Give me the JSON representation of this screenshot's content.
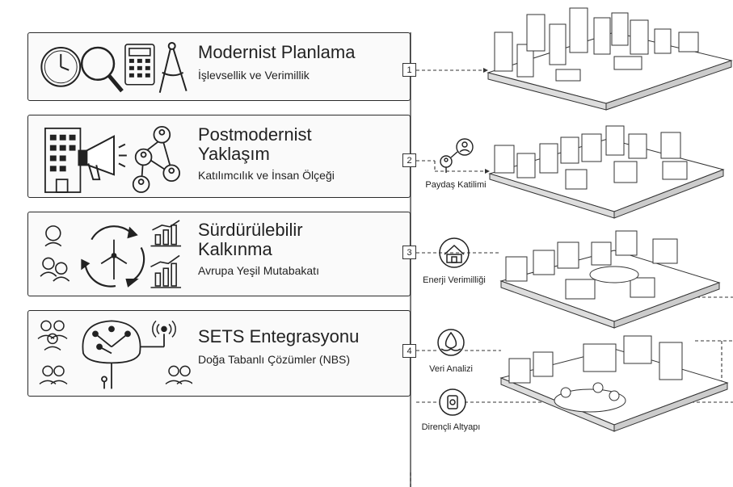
{
  "panels": [
    {
      "number": "1",
      "title": "Modernist Planlama",
      "subtitle": "İşlevsellik ve Verimillik"
    },
    {
      "number": "2",
      "title": "Postmodernist Yaklaşım",
      "subtitle": "Katılımcılık ve İnsan Ölçeği"
    },
    {
      "number": "3",
      "title": "Sürdürülebilir Kalkınma",
      "subtitle": "Avrupa Yeşil Mutabakatı"
    },
    {
      "number": "4",
      "title": "SETS Entegrasyonu",
      "subtitle": "Doğa Tabanlı Çözümler (NBS)"
    }
  ],
  "labels": {
    "stakeholder": "Paydaş Katilimi",
    "energy": "Enerji Verimilliği",
    "data": "Veri Analizi",
    "resilient": "Dirençli Altyapı"
  },
  "icon_names": [
    "clock-icon",
    "magnifier-icon",
    "calculator-icon",
    "compass-icon",
    "building-icon",
    "megaphone-icon",
    "network-icon",
    "wind-turbine-icon",
    "bar-chart-icon",
    "tree-icon",
    "signal-icon",
    "people-icon",
    "house-icon",
    "water-icon",
    "sensor-icon"
  ]
}
